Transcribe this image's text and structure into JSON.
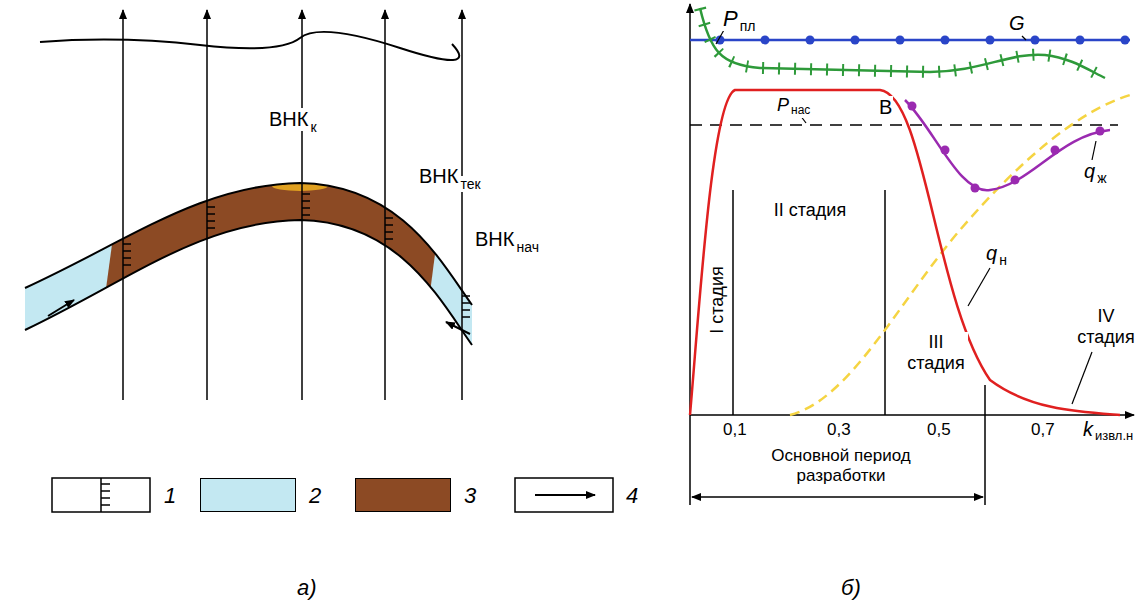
{
  "diagram": {
    "labels": [
      "ВНК",
      "к",
      "ВНК",
      "тек",
      "ВНК",
      "нач",
      "а)",
      "P",
      "пл",
      "G",
      "P",
      "нас",
      "B",
      "q",
      "ж",
      "q",
      "н",
      "I стадия",
      "II стадия",
      "III стадия",
      "IV стадия",
      "0,1",
      "0,3",
      "0,5",
      "0,7",
      "k",
      "извл.н",
      "Основной период разработки",
      "б)"
    ],
    "legend": [
      {
        "text": "1"
      },
      {
        "text": "2",
        "color": "#c3e8f2"
      },
      {
        "text": "3",
        "color": "#8c4a24"
      },
      {
        "text": "4"
      }
    ]
  }
}
